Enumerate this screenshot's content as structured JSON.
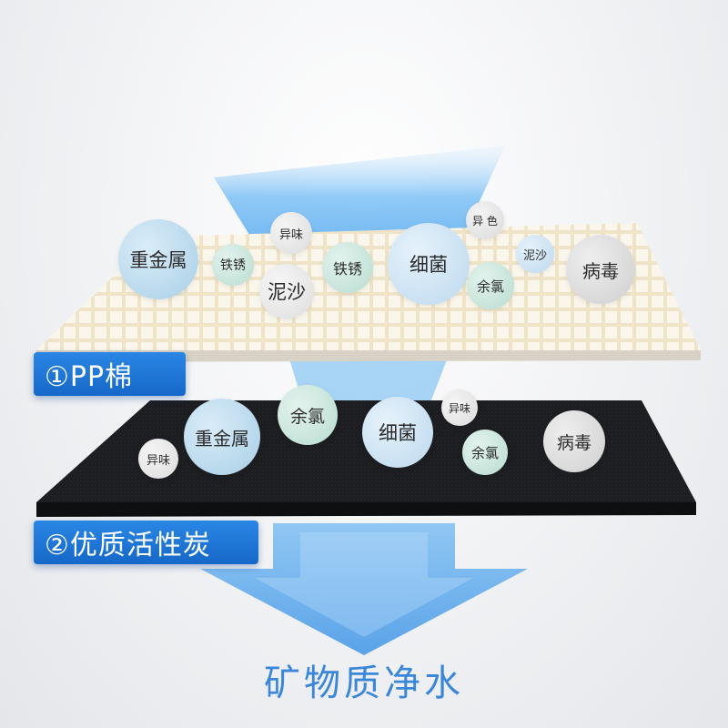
{
  "layer1": {
    "label": "①PP棉",
    "bubbles": [
      "重金属",
      "铁锈",
      "异味",
      "泥沙",
      "铁锈",
      "细菌",
      "异 色",
      "余氯",
      "泥沙",
      "病毒"
    ]
  },
  "layer2": {
    "label": "②优质活性炭",
    "bubbles": [
      "重金属",
      "异味",
      "余氯",
      "细菌",
      "异味",
      "余氯",
      "病毒"
    ]
  },
  "caption": "矿物质净水",
  "colors": {
    "label_blue": "#1f78d8",
    "caption_blue": "#3a86d8",
    "pp_sheet": "#f3e8d2",
    "carbon_sheet": "#1e1f22"
  }
}
